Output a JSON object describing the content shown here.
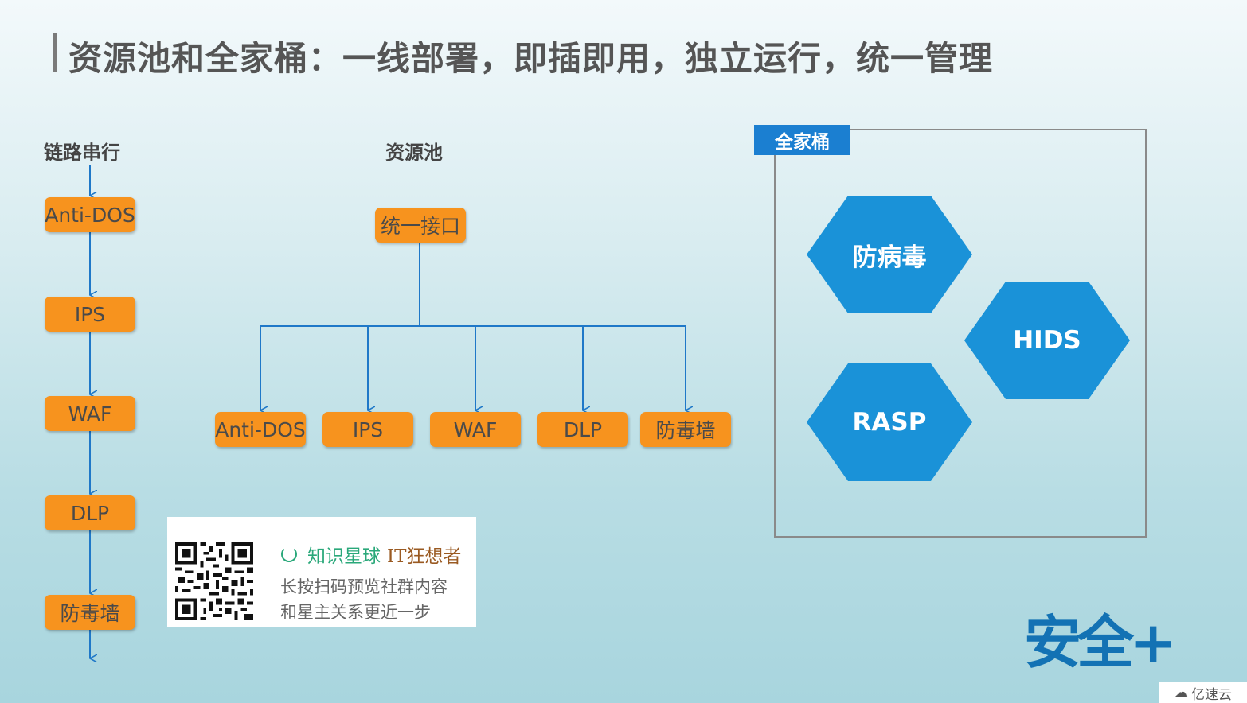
{
  "title": "资源池和全家桶：一线部署，即插即用，独立运行，统一管理",
  "chain": {
    "label": "链路串行",
    "items": [
      "Anti-DOS",
      "IPS",
      "WAF",
      "DLP",
      "防毒墙"
    ]
  },
  "pool": {
    "label": "资源池",
    "root": "统一接口",
    "items": [
      "Anti-DOS",
      "IPS",
      "WAF",
      "DLP",
      "防毒墙"
    ]
  },
  "suite": {
    "label": "全家桶",
    "items": [
      "防病毒",
      "HIDS",
      "RASP"
    ]
  },
  "qr": {
    "title": "知识星球",
    "author": "IT狂想者",
    "line1": "长按扫码预览社群内容",
    "line2": "和星主关系更近一步"
  },
  "logo": "安全+",
  "watermark": "亿速云",
  "colors": {
    "orange": "#f7931e",
    "blue": "#1a92d8",
    "tab": "#1b7fd1",
    "arrow": "#1f78c8"
  }
}
